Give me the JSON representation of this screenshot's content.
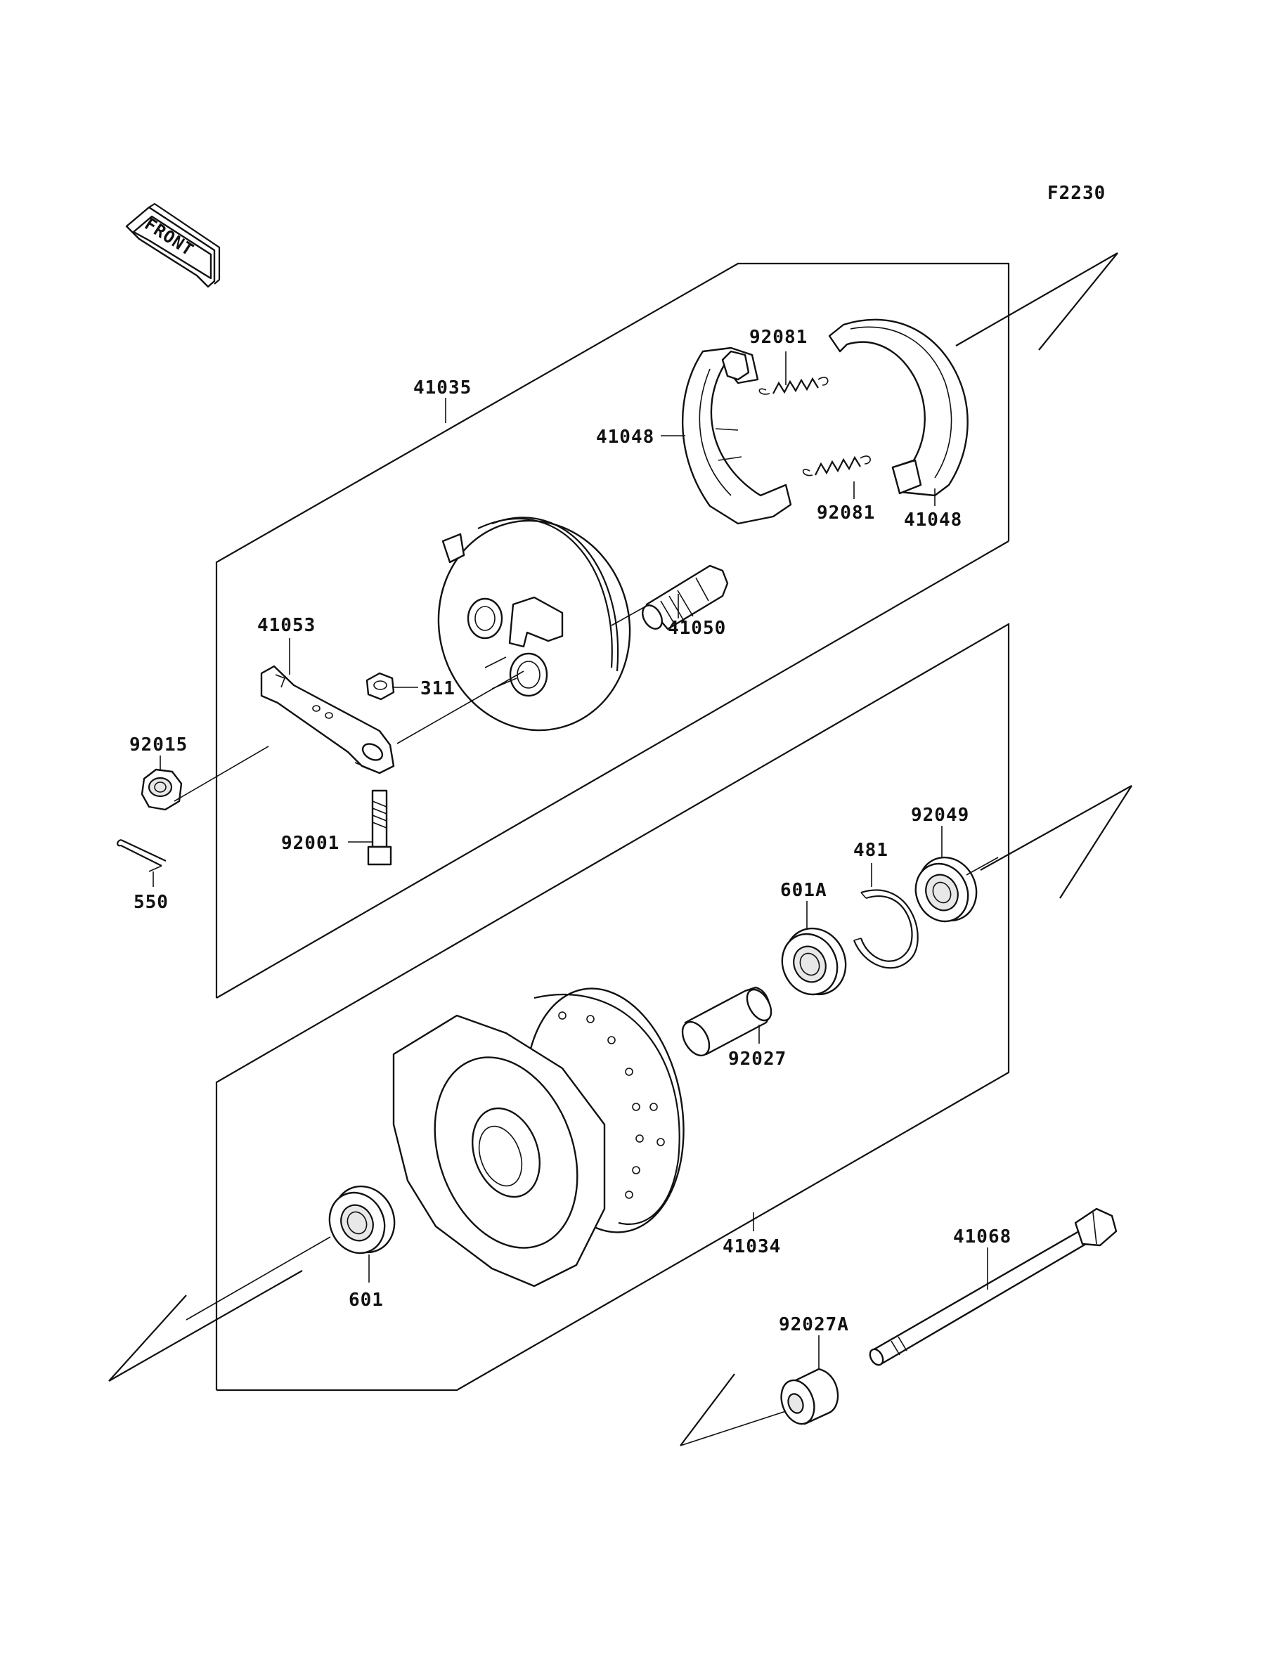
{
  "figure_code": "F2230",
  "front_label": "FRONT",
  "parts": [
    {
      "id": "p41035",
      "number": "41035"
    },
    {
      "id": "p92081a",
      "number": "92081"
    },
    {
      "id": "p41048a",
      "number": "41048"
    },
    {
      "id": "p92081b",
      "number": "92081"
    },
    {
      "id": "p41048b",
      "number": "41048"
    },
    {
      "id": "p41050",
      "number": "41050"
    },
    {
      "id": "p41053",
      "number": "41053"
    },
    {
      "id": "p311",
      "number": "311"
    },
    {
      "id": "p92015",
      "number": "92015"
    },
    {
      "id": "p92001",
      "number": "92001"
    },
    {
      "id": "p550",
      "number": "550"
    },
    {
      "id": "p92049",
      "number": "92049"
    },
    {
      "id": "p481",
      "number": "481"
    },
    {
      "id": "p601A",
      "number": "601A"
    },
    {
      "id": "p92027",
      "number": "92027"
    },
    {
      "id": "p41034",
      "number": "41034"
    },
    {
      "id": "p601",
      "number": "601"
    },
    {
      "id": "p41068",
      "number": "41068"
    },
    {
      "id": "p92027A",
      "number": "92027A"
    }
  ]
}
